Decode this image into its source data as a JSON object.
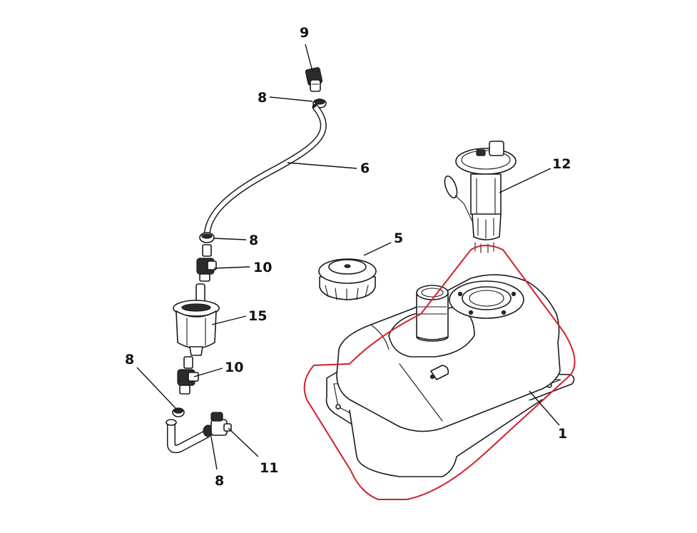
{
  "diagram": {
    "highlight_color": "#d0202a",
    "line_color": "#1a1a1a",
    "callouts": [
      {
        "id": "c9",
        "label": "9"
      },
      {
        "id": "c8a",
        "label": "8"
      },
      {
        "id": "c6",
        "label": "6"
      },
      {
        "id": "c12",
        "label": "12"
      },
      {
        "id": "c5",
        "label": "5"
      },
      {
        "id": "c8b",
        "label": "8"
      },
      {
        "id": "c10a",
        "label": "10"
      },
      {
        "id": "c15",
        "label": "15"
      },
      {
        "id": "c8c",
        "label": "8"
      },
      {
        "id": "c10b",
        "label": "10"
      },
      {
        "id": "c1",
        "label": "1"
      },
      {
        "id": "c11",
        "label": "11"
      },
      {
        "id": "c8d",
        "label": "8"
      }
    ]
  }
}
